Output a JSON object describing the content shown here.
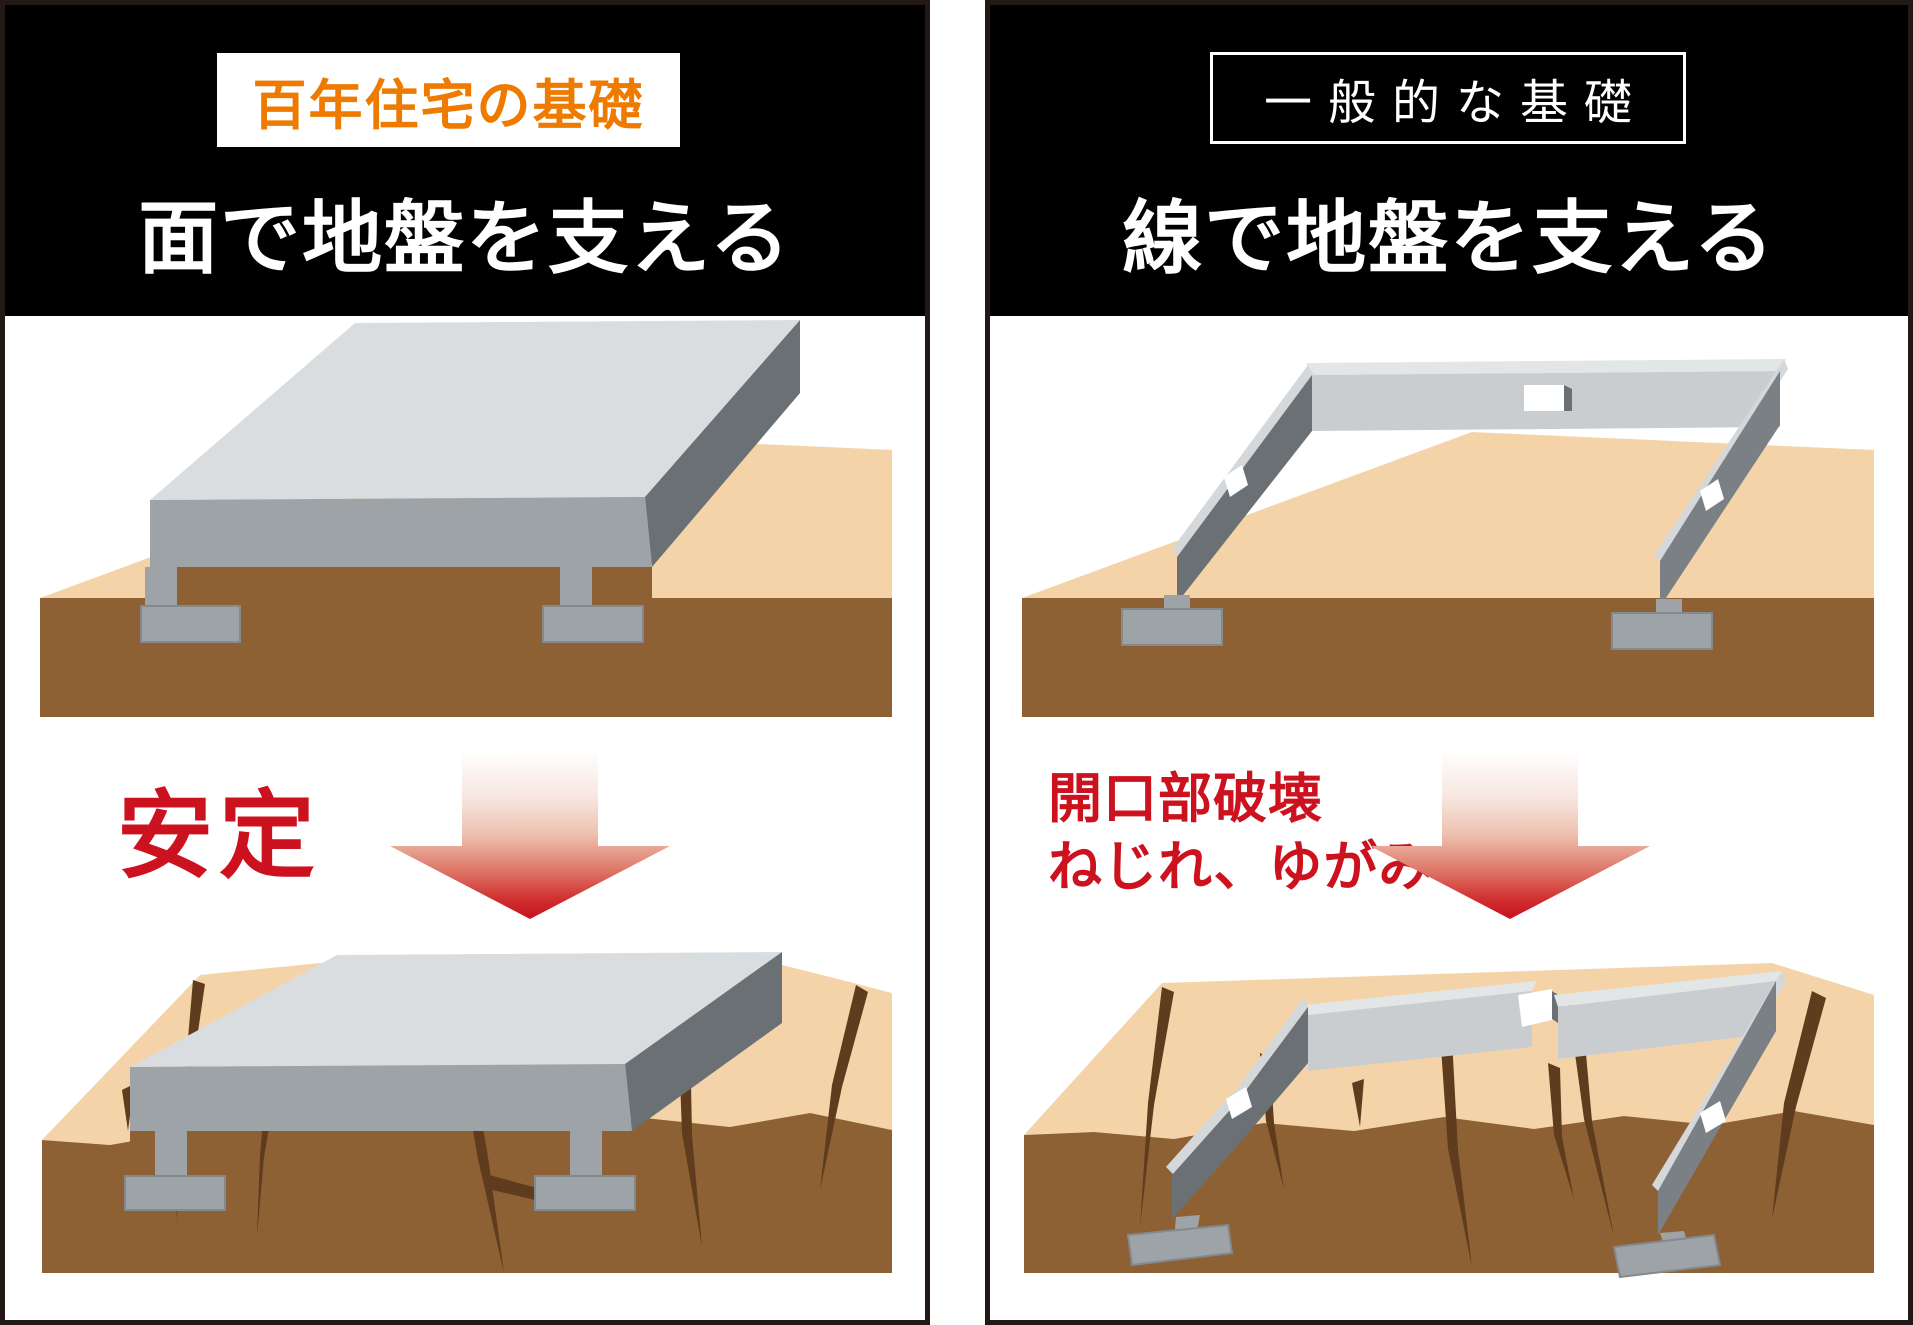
{
  "colors": {
    "header_bg": "#000000",
    "panel_border": "#231815",
    "accent_orange": "#EE7B00",
    "accent_red": "#CC121E",
    "ground_surface_tan": "#F5D3A8",
    "ground_soil_brown": "#8E6134",
    "crack_dark_brown": "#5E3C1D",
    "concrete_light": "#DADDDF",
    "concrete_mid": "#9DA3A7",
    "concrete_dark": "#6B7075"
  },
  "left_panel": {
    "badge_label": "百年住宅の基礎",
    "title": "面で地盤を支える",
    "result_label": "安定",
    "arrow_icon": "red-gradient-down-arrow",
    "top_illustration": "mat-slab-foundation-on-stable-ground",
    "bottom_illustration": "mat-slab-foundation-on-cracked-ground"
  },
  "right_panel": {
    "badge_label": "一般的な基礎",
    "title": "線で地盤を支える",
    "result_label_line1": "開口部破壊",
    "result_label_line2": "ねじれ、ゆがみ",
    "arrow_icon": "red-gradient-down-arrow",
    "top_illustration": "strip-foundation-on-stable-ground",
    "bottom_illustration": "strip-foundation-broken-on-cracked-ground"
  }
}
